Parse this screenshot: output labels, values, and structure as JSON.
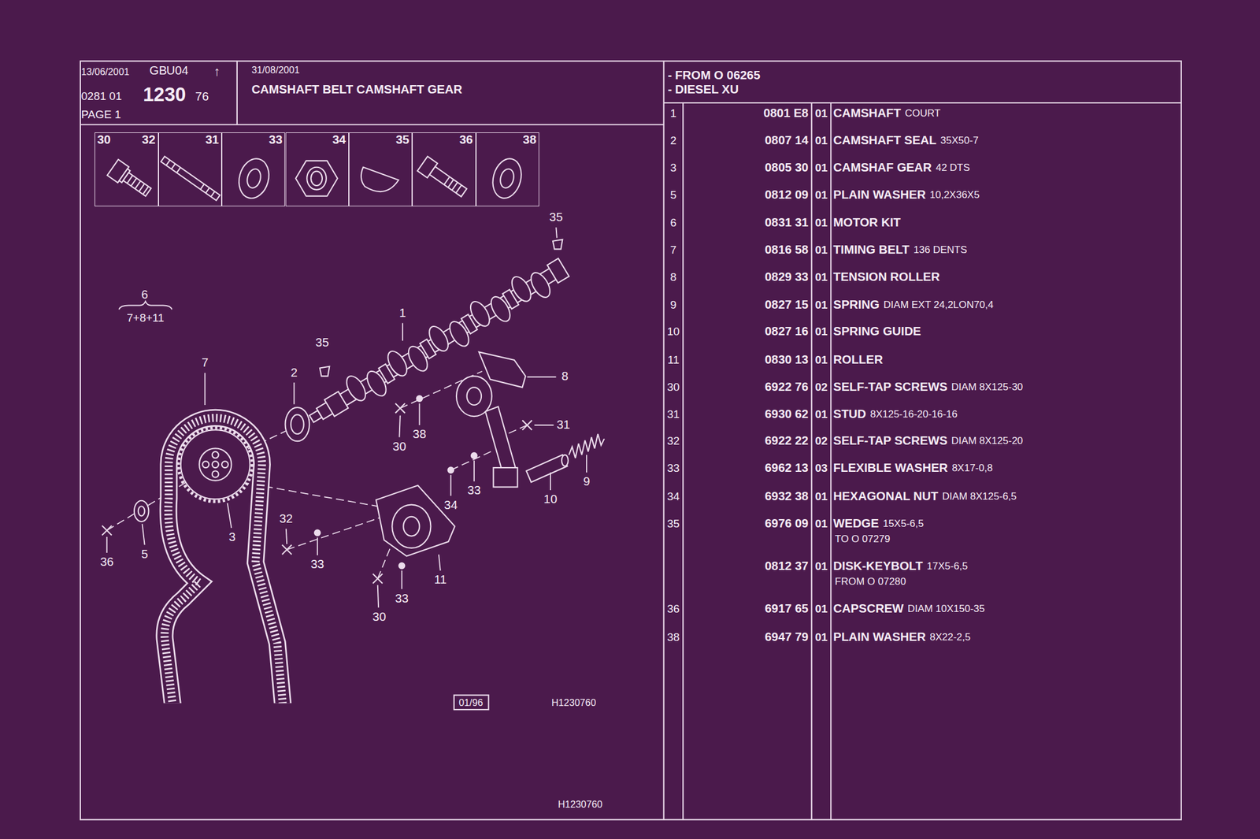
{
  "diagram": {
    "title": "CAMSHAFT BELT CAMSHAFT GEAR",
    "nodes": [
      {
        "text": [
          "30",
          "32"
        ]
      },
      {
        "text": [
          "31"
        ]
      },
      {
        "text": [
          "33"
        ]
      },
      {
        "text": [
          "34"
        ]
      },
      {
        "text": [
          "35"
        ]
      },
      {
        "text": [
          "36"
        ]
      },
      {
        "text": [
          "38"
        ]
      }
    ],
    "labels": [
      "13/06/2001",
      "GB",
      "U04",
      "↑",
      "0281 01",
      "1230",
      "76",
      "PAGE 1",
      "31/08/2001",
      "- FROM O 06265",
      "- DIESEL XU",
      "35",
      "6",
      "7+8+11",
      "1",
      "35",
      "7",
      "2",
      "8",
      "31",
      "30",
      "38",
      "9",
      "10",
      "33",
      "34",
      "32",
      "3",
      "5",
      "36",
      "33",
      "11",
      "33",
      "30",
      "01/96",
      "H1230760",
      "H1230760",
      "1",
      "0801 E8",
      "01",
      "CAMSHAFT",
      "COURT",
      "2",
      "0807 14",
      "01",
      "CAMSHAFT SEAL",
      "35X50-7",
      "3",
      "0805 30",
      "01",
      "CAMSHAF GEAR",
      "42 DTS",
      "5",
      "0812 09",
      "01",
      "PLAIN WASHER",
      "10,2X36X5",
      "6",
      "0831 31",
      "01",
      "MOTOR KIT",
      "7",
      "0816 58",
      "01",
      "TIMING BELT",
      "136 DENTS",
      "8",
      "0829 33",
      "01",
      "TENSION ROLLER",
      "9",
      "0827 15",
      "01",
      "SPRING",
      "DIAM EXT 24,2LON70,4",
      "10",
      "0827 16",
      "01",
      "SPRING GUIDE",
      "11",
      "0830 13",
      "01",
      "ROLLER",
      "30",
      "6922 76",
      "02",
      "SELF-TAP SCREWS",
      "DIAM 8X125-30",
      "31",
      "6930 62",
      "01",
      "STUD",
      "8X125-16-20-16-16",
      "32",
      "6922 22",
      "02",
      "SELF-TAP SCREWS",
      "DIAM 8X125-20",
      "33",
      "6962 13",
      "03",
      "FLEXIBLE WASHER",
      "8X17-0,8",
      "34",
      "6932 38",
      "01",
      "HEXAGONAL NUT",
      "DIAM 8X125-6,5",
      "35",
      "6976 09",
      "01",
      "WEDGE",
      "15X5-6,5",
      "TO O 07279",
      "0812 37",
      "01",
      "DISK-KEYBOLT",
      "17X5-6,5",
      "FROM O 07280",
      "36",
      "6917 65",
      "01",
      "CAPSCREW",
      "DIAM 10X150-35",
      "38",
      "6947 79",
      "01",
      "PLAIN WASHER",
      "8X22-2,5"
    ]
  }
}
